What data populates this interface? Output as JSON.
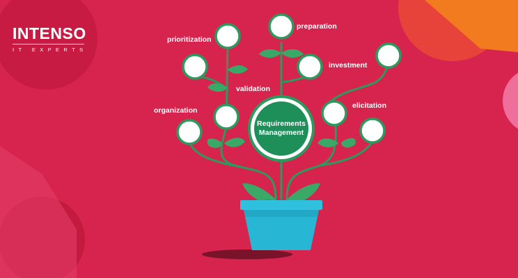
{
  "brand": {
    "name": "INTENSO",
    "tagline": "IT EXPERTS"
  },
  "diagram": {
    "center": {
      "line1": "Requirements",
      "line2": "Management"
    },
    "labels": {
      "prioritization": "prioritization",
      "preparation": "preparation",
      "investment": "investment",
      "validation": "validation",
      "elicitation": "elicitation",
      "organization": "organization"
    }
  },
  "colors": {
    "background": "#d6244e",
    "stem": "#2d9a5d",
    "leaf": "#3aa866",
    "center": "#1f8f5a",
    "pot": "#27b6d4",
    "node_fill": "#ffffff"
  }
}
